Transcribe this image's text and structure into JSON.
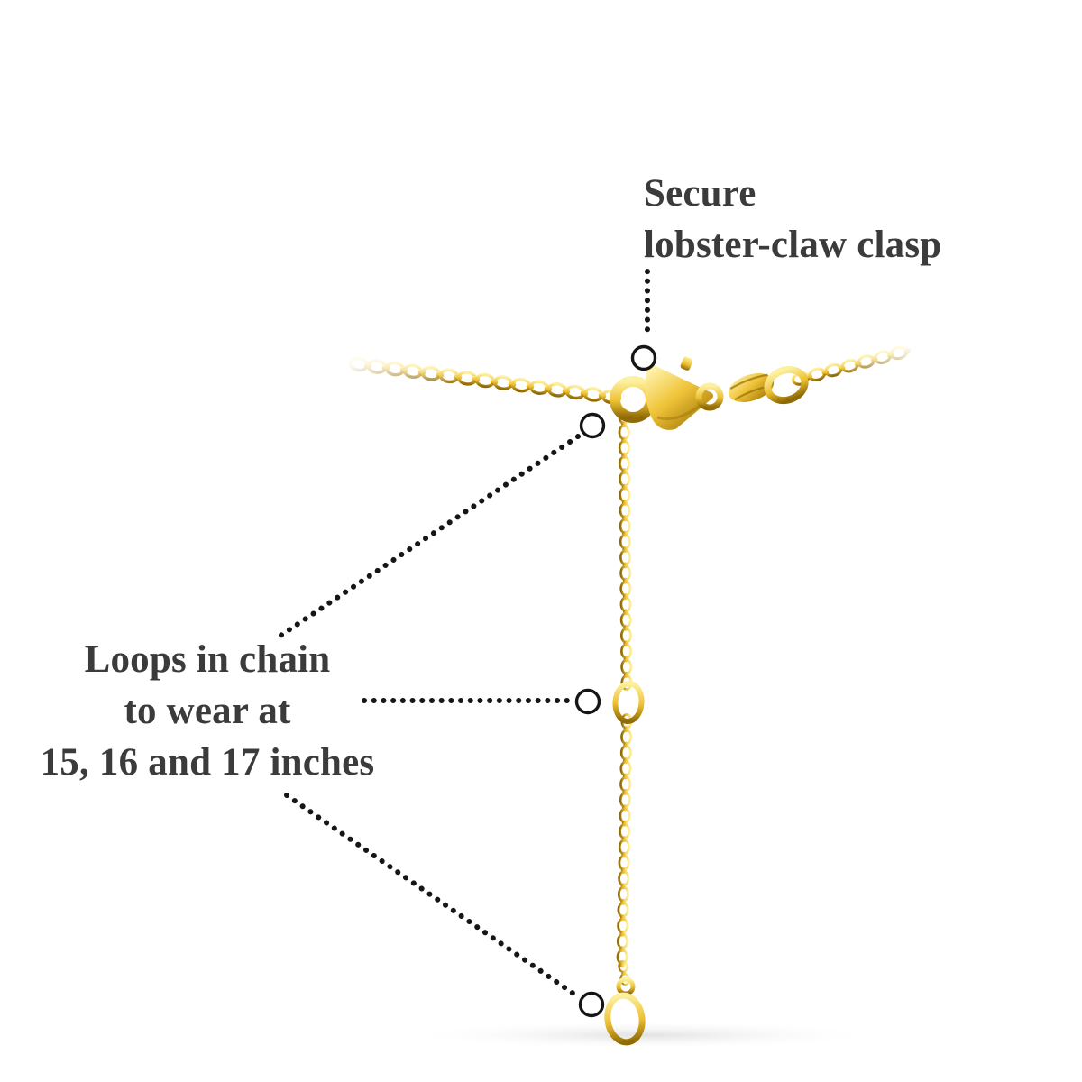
{
  "style": {
    "background": "#ffffff",
    "text_color": "#3b3b3b",
    "marker_color": "#161616",
    "gold_light": "#fdf0a0",
    "gold_mid": "#ecc032",
    "gold_dark": "#8f6a06",
    "gold_body_light": "#fff4b0",
    "gold_body_mid": "#f0c43a",
    "gold_body_dark": "#a87d08",
    "engrave_color": "#9a7206",
    "shadow_color": "#c4c4c4"
  },
  "annotations": {
    "clasp": {
      "line1": "Secure",
      "line2": "lobster-claw clasp"
    },
    "loops": {
      "line1": "Loops in chain",
      "line2": "to wear at",
      "line3": "15, 16 and 17 inches"
    }
  }
}
